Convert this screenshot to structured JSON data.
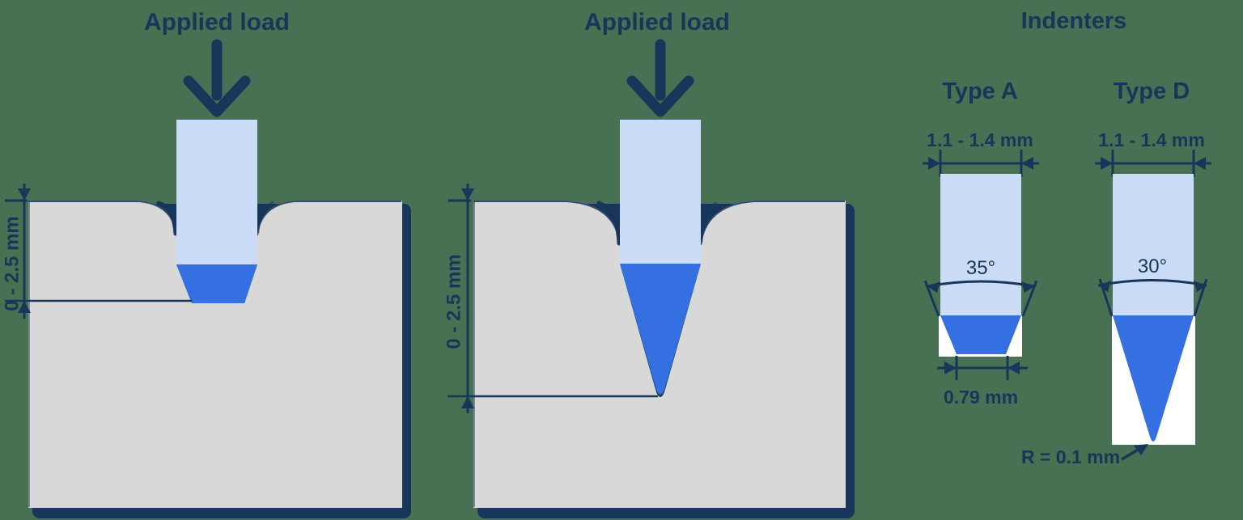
{
  "colors": {
    "background": "#487052",
    "navy": "#17365A",
    "lightblue": "#CBDCF7",
    "blue": "#3470E2",
    "grey": "#D8D8D8",
    "white": "#FFFFFF"
  },
  "diagram_a": {
    "title": "Applied load",
    "depth_label": "0 - 2.5 mm"
  },
  "diagram_d": {
    "title": "Applied load",
    "depth_label": "0 - 2.5 mm"
  },
  "indenters": {
    "title": "Indenters",
    "type_a": {
      "label": "Type A",
      "width_label": "1.1 - 1.4 mm",
      "angle_label": "35°",
      "tip_width_label": "0.79 mm"
    },
    "type_d": {
      "label": "Type D",
      "width_label": "1.1 - 1.4 mm",
      "angle_label": "30°",
      "tip_radius_label": "R = 0.1 mm"
    }
  }
}
